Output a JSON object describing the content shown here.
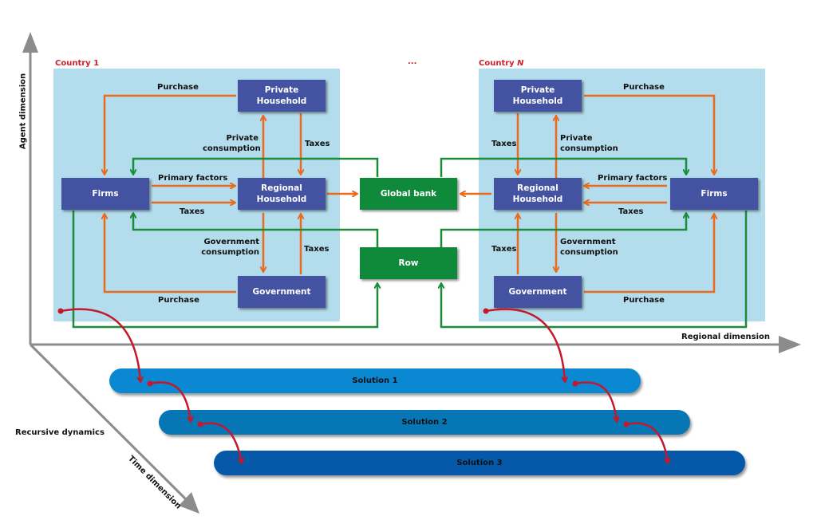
{
  "axes": {
    "agent": "Agent dimension",
    "regional": "Regional  dimension",
    "time": "Time dimension",
    "recursive": "Recursive dynamics"
  },
  "ellipsis": "...",
  "countries": [
    {
      "label": "Country 1",
      "boxes": {
        "private_household": "Private\nHousehold",
        "firms": "Firms",
        "regional_household": "Regional\nHousehold",
        "government": "Government"
      },
      "flows": {
        "purchase_top": "Purchase",
        "private_consumption": "Private\nconsumption",
        "taxes_ph": "Taxes",
        "primary_factors": "Primary factors",
        "taxes_firms": "Taxes",
        "government_consumption": "Government\nconsumption",
        "taxes_gov": "Taxes",
        "purchase_bottom": "Purchase"
      }
    },
    {
      "label_prefix": "Country ",
      "label_suffix": "N",
      "boxes": {
        "private_household": "Private\nHousehold",
        "firms": "Firms",
        "regional_household": "Regional\nHousehold",
        "government": "Government"
      },
      "flows": {
        "purchase_top": "Purchase",
        "private_consumption": "Private\nconsumption",
        "taxes_ph": "Taxes",
        "primary_factors": "Primary factors",
        "taxes_firms": "Taxes",
        "government_consumption": "Government\nconsumption",
        "taxes_gov": "Taxes",
        "purchase_bottom": "Purchase"
      }
    }
  ],
  "global": {
    "bank": "Global bank",
    "row": "Row"
  },
  "solutions": [
    "Solution 1",
    "Solution 2",
    "Solution 3"
  ],
  "colors": {
    "region_bg": "#b3dcec",
    "agent_box": "#4452a2",
    "global_box": "#0f8a3a",
    "orange_flow": "#ea6b1e",
    "green_flow": "#1a8c3a",
    "red_dynamics": "#c4182c",
    "axis": "#8c8c8c",
    "solution_1": "#0a89d2",
    "solution_2": "#0676b4",
    "solution_3": "#0559a8"
  }
}
